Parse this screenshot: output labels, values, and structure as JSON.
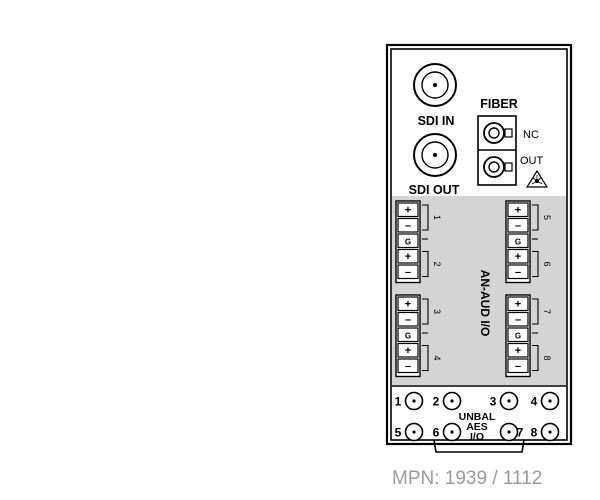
{
  "labels": {
    "sdi_in": "SDI IN",
    "sdi_out": "SDI OUT",
    "fiber": "FIBER",
    "fiber_nc": "NC",
    "fiber_out": "OUT",
    "analog_audio": "AN-AUD I/O",
    "unbal_1": "UNBAL",
    "unbal_2": "AES",
    "unbal_3": "I/O"
  },
  "channel_numbers": [
    "1",
    "2",
    "3",
    "4",
    "5",
    "6",
    "7",
    "8"
  ],
  "pin_symbols": [
    "+",
    "–",
    "G",
    "+",
    "–"
  ],
  "bnc_numbers": [
    "1",
    "2",
    "3",
    "4",
    "5",
    "6",
    "7",
    "8"
  ],
  "mpn": "MPN: 1939 / 1112"
}
